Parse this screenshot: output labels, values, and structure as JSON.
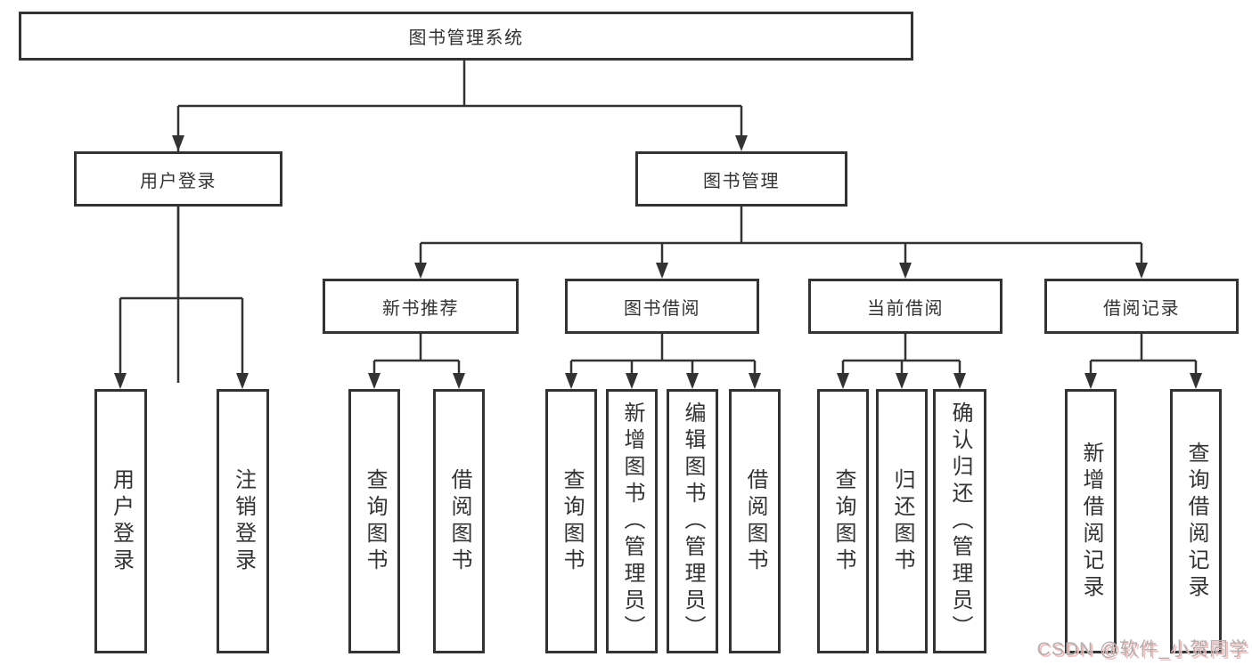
{
  "tree": {
    "label": "图书管理系统",
    "children": [
      {
        "label": "用户登录",
        "children": [
          {
            "label": "用户登录"
          },
          {
            "label": "注销登录"
          }
        ]
      },
      {
        "label": "图书管理",
        "children": [
          {
            "label": "新书推荐",
            "children": [
              {
                "label": "查询图书"
              },
              {
                "label": "借阅图书"
              }
            ]
          },
          {
            "label": "图书借阅",
            "children": [
              {
                "label": "查询图书"
              },
              {
                "label": "新增图书（管理员）"
              },
              {
                "label": "编辑图书（管理员）"
              },
              {
                "label": "借阅图书"
              }
            ]
          },
          {
            "label": "当前借阅",
            "children": [
              {
                "label": "查询图书"
              },
              {
                "label": "归还图书"
              },
              {
                "label": "确认归还（管理员）"
              }
            ]
          },
          {
            "label": "借阅记录",
            "children": [
              {
                "label": "新增借阅记录"
              },
              {
                "label": "查询借阅记录"
              }
            ]
          }
        ]
      }
    ]
  },
  "watermark": {
    "text": "CSDN @软件_小贺同学"
  },
  "colors": {
    "line_color": "#333333",
    "box_bg": "#ffffff",
    "page_bg": "#ffffff",
    "watermark_text": "#b0b0b0",
    "watermark_shadow": "#f7b9b9"
  }
}
